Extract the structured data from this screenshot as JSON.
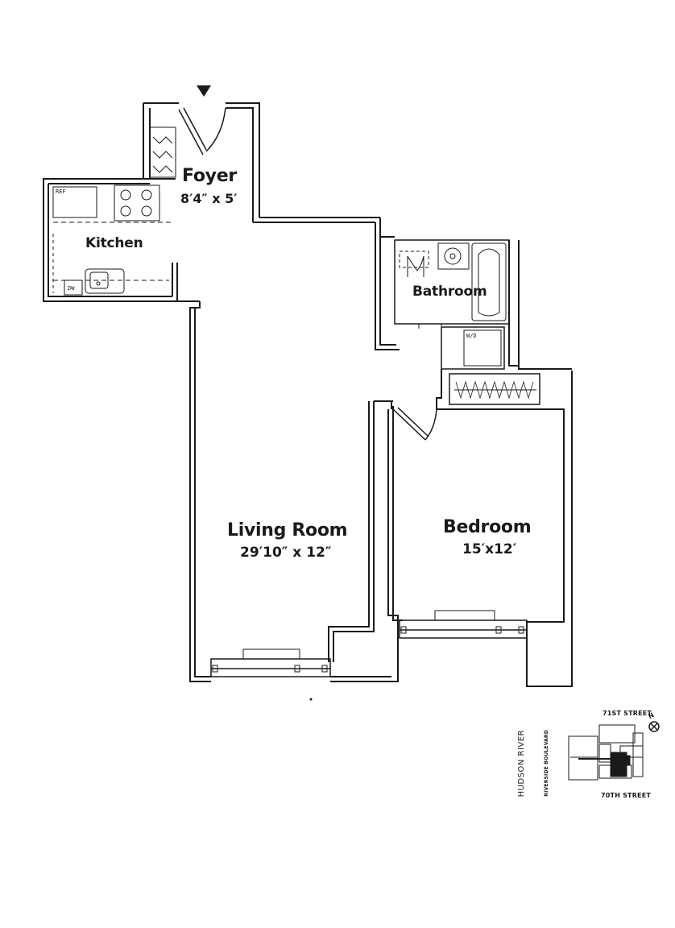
{
  "rooms": {
    "foyer": {
      "name": "Foyer",
      "dims": "8′4″ x 5′"
    },
    "kitchen": {
      "name": "Kitchen"
    },
    "bathroom": {
      "name": "Bathroom"
    },
    "living": {
      "name": "Living Room",
      "dims": "29′10″ x 12″"
    },
    "bedroom": {
      "name": "Bedroom",
      "dims": "15′x12′"
    }
  },
  "appliances": {
    "refrigerator": "REF",
    "dishwasher": "DW",
    "washer_dryer": "W/D"
  },
  "locator_map": {
    "river": "HUDSON RIVER",
    "boulevard": "RIVERSIDE BOULEVARD",
    "north_street": "71ST STREET",
    "south_street": "70TH STREET",
    "compass": "N"
  },
  "colors": {
    "line": "#1a1a1a",
    "background": "#ffffff"
  }
}
